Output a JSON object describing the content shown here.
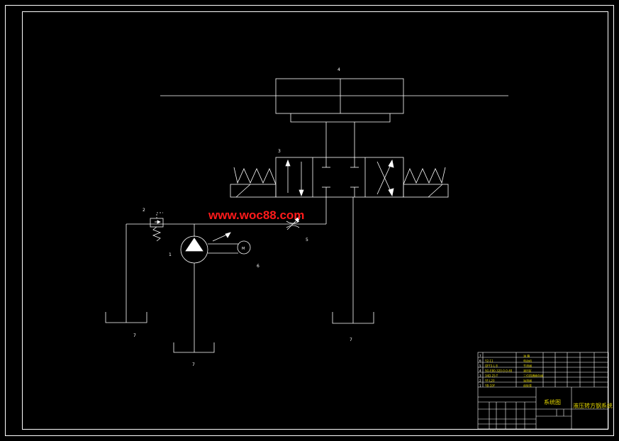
{
  "labels": {
    "cylinder": "4",
    "valve": "3",
    "relief_valve": "2",
    "pump": "1",
    "throttle": "5",
    "motor": "6",
    "motor_symbol": "M",
    "tank_left": "7",
    "tank_center": "7",
    "tank_right": "7"
  },
  "watermark": "www.woc88.com",
  "title_block": {
    "parts_rows": [
      {
        "no": "7",
        "code": "",
        "name": "油 箱"
      },
      {
        "no": "6",
        "code": "Y2-11",
        "name": "电动机"
      },
      {
        "no": "5",
        "code": "QFF3-L 8",
        "name": "节流阀"
      },
      {
        "no": "4",
        "code": "SG-E80-320-0-0-40",
        "name": "液压缸"
      },
      {
        "no": "3",
        "code": "34D-25-T",
        "name": "三位四通换向阀"
      },
      {
        "no": "2",
        "code": "YF-L20",
        "name": "溢流阀"
      },
      {
        "no": "1",
        "code": "YB-10F",
        "name": "齿轮泵"
      }
    ],
    "drawing_name": "系统图",
    "project_name": "液压转方钢系统"
  }
}
